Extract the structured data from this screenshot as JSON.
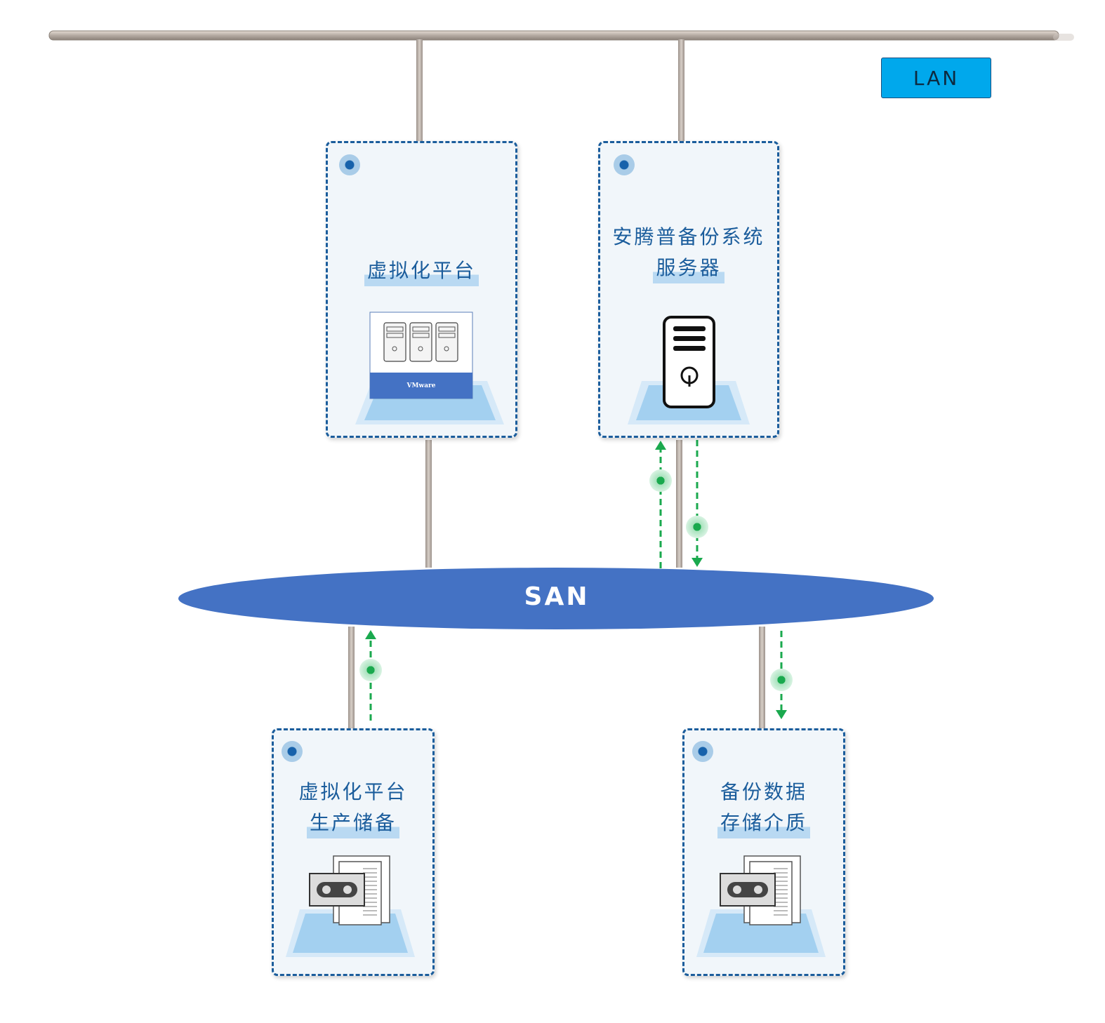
{
  "network": {
    "lan_label": "LAN",
    "san_label": "SAN"
  },
  "nodes": {
    "virtualization_platform": {
      "title_line1": "虚拟化平台",
      "icon_text": "VMware"
    },
    "backup_server": {
      "title_line1": "安腾普备份系统",
      "title_line2": "服务器"
    },
    "production_storage": {
      "title_line1": "虚拟化平台",
      "title_line2": "生产储备"
    },
    "backup_media": {
      "title_line1": "备份数据",
      "title_line2": "存储介质"
    }
  },
  "colors": {
    "lan_badge": "#00a8ec",
    "san_ellipse": "#4472c4",
    "card_border": "#1b5d9c",
    "data_flow": "#1aa94e"
  }
}
